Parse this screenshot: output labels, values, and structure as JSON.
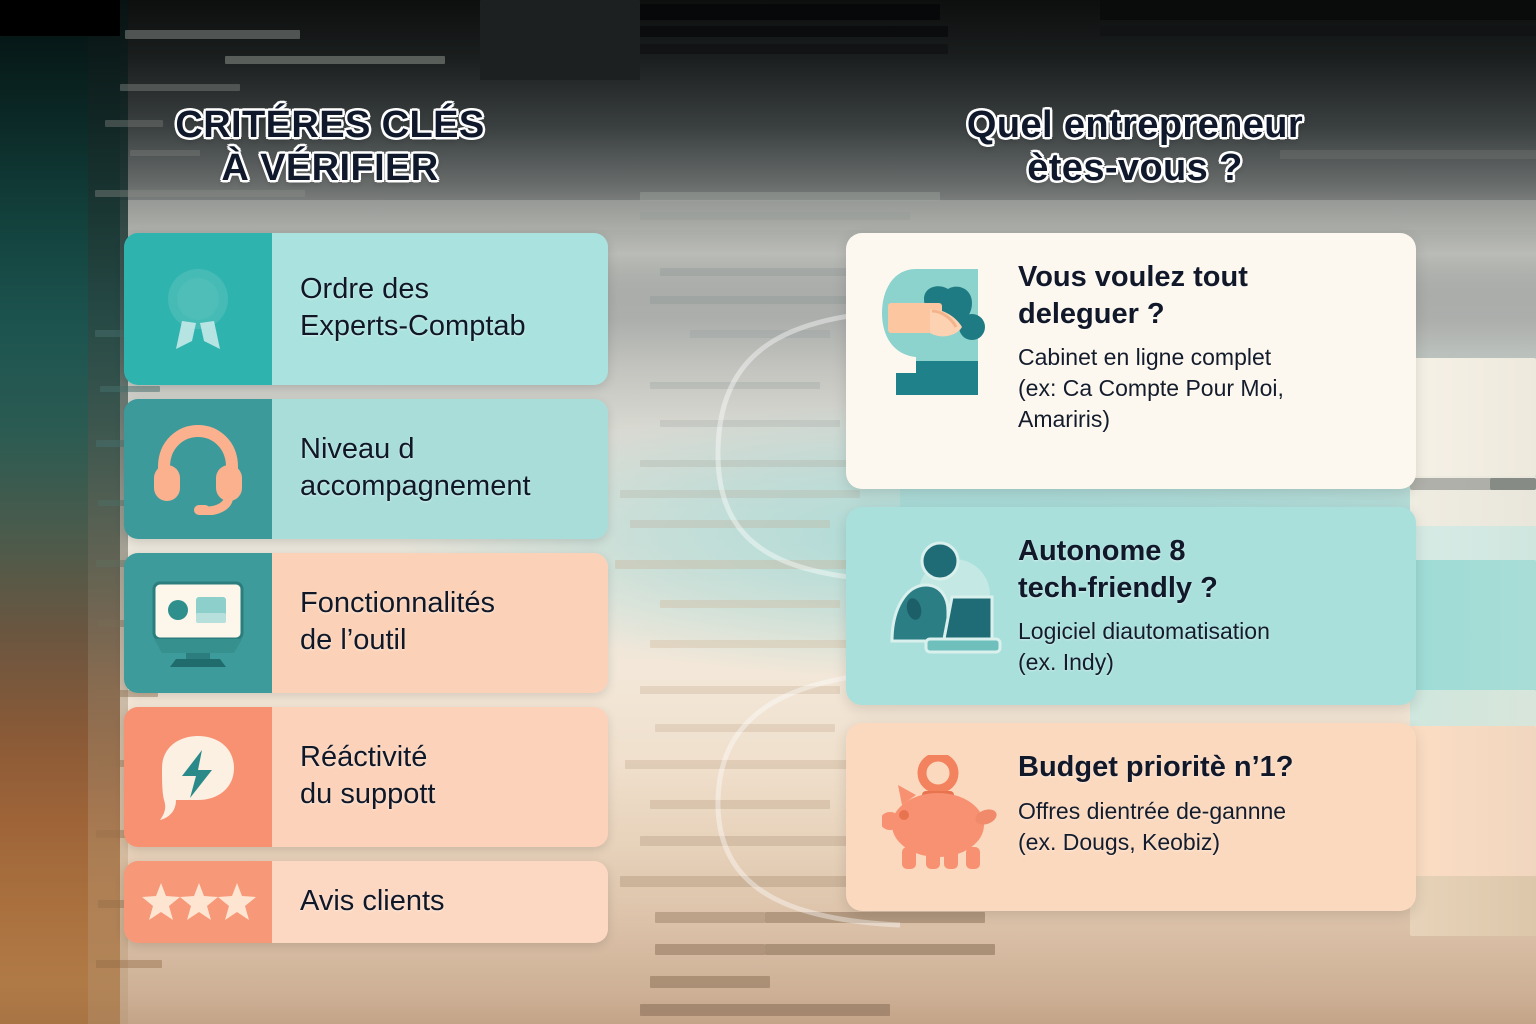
{
  "left_panel": {
    "title": "CRITÉRES CLÉS\nÀ VÉRIFIER",
    "title_line1": "CRITÉRES CLÉS",
    "title_line2": "À VÉRIFIER",
    "items": [
      {
        "icon": "award-badge-icon",
        "label_line1": "Ordre des",
        "label_line2": "Experts-Comptab",
        "icon_bg": "#2fb3ae",
        "label_bg": "#a9e2de"
      },
      {
        "icon": "headset-icon",
        "label_line1": "Niveau d",
        "label_line2": "accompagnement",
        "icon_bg": "#3d9a9b",
        "label_bg": "#a8ddda"
      },
      {
        "icon": "monitor-icon",
        "label_line1": "Fonctionnalités",
        "label_line2": "de l’outil",
        "icon_bg": "#3d9b9b",
        "label_bg": "#fbd2b8"
      },
      {
        "icon": "chat-bolt-icon",
        "label_line1": "Réáctivité",
        "label_line2": "du suppott",
        "icon_bg": "#f79171",
        "label_bg": "#fcd3ba"
      },
      {
        "icon": "three-stars-icon",
        "label_line1": "Avis clients",
        "label_line2": "",
        "icon_bg": "#f79878",
        "label_bg": "#fcd8c2"
      }
    ]
  },
  "right_panel": {
    "title": "Quel entrepreneur\nètes-vous ?",
    "title_line1": "Quel entrepreneur",
    "title_line2": "ètes-vous ?",
    "cards": [
      {
        "icon": "handshake-delegate-icon",
        "title_line1": "Vous voulez tout",
        "title_line2": "deleguer ?",
        "sub_line1": "Cabinet en ligne complet",
        "sub_line2": "(ex: Ca Compte Pour Moi,",
        "sub_line3": "Amariris)",
        "bg": "#fdf8ef"
      },
      {
        "icon": "person-laptop-icon",
        "title_line1": "Autonome 8",
        "title_line2": "tech-friendly ?",
        "sub_line1": "Logiciel diautomatisation",
        "sub_line2": "(ex. Indy)",
        "sub_line3": "",
        "bg": "#a9e0dc"
      },
      {
        "icon": "piggy-bank-icon",
        "title_line1": "Budget prioritè n’1?",
        "title_line2": "",
        "sub_line1": "Offres dientrée de-gannne",
        "sub_line2": "(ex. Dougs, Keobiz)",
        "sub_line3": "",
        "bg": "#fbd9bf"
      }
    ]
  },
  "palette": {
    "teal_dark": "#1f6f72",
    "teal_mid": "#3d9b9b",
    "teal_bright": "#2fb3ae",
    "teal_light": "#a9e2de",
    "peach": "#f79171",
    "peach_light": "#fcd3ba",
    "cream": "#fdf8ef",
    "ink": "#10182a"
  }
}
